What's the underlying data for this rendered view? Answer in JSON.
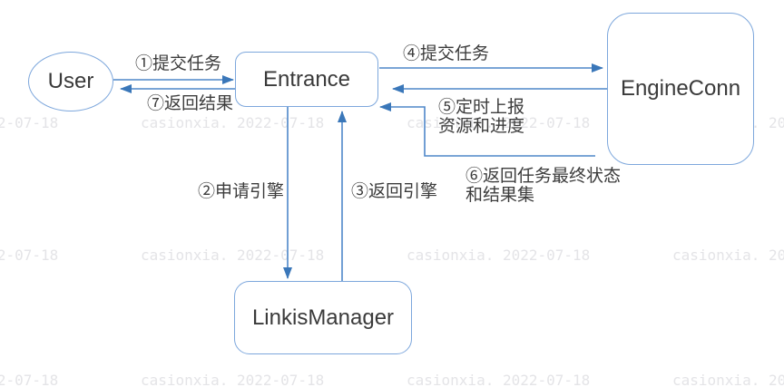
{
  "nodes": {
    "user": {
      "label": "User"
    },
    "entrance": {
      "label": "Entrance"
    },
    "engineconn": {
      "label": "EngineConn"
    },
    "linkismanager": {
      "label": "LinkisManager"
    }
  },
  "labels": {
    "step1": "①提交任务",
    "step2": "②申请引擎",
    "step3": "③返回引擎",
    "step4": "④提交任务",
    "step5": "⑤定时上报\n资源和进度",
    "step6": "⑥返回任务最终状态\n和结果集",
    "step7": "⑦返回结果"
  },
  "edges": {
    "step1": {
      "from": "User",
      "to": "Entrance"
    },
    "step2": {
      "from": "Entrance",
      "to": "LinkisManager"
    },
    "step3": {
      "from": "LinkisManager",
      "to": "Entrance"
    },
    "step4": {
      "from": "Entrance",
      "to": "EngineConn"
    },
    "step5": {
      "from": "EngineConn",
      "to": "Entrance"
    },
    "step6": {
      "from": "EngineConn",
      "to": "Entrance"
    },
    "step7": {
      "from": "Entrance",
      "to": "User"
    }
  },
  "watermark": {
    "text": "casionxia. 2022-07-18"
  },
  "colors": {
    "arrow_line": "#4e87c9",
    "arrow_head": "#3a77b9",
    "node_border": "#7da7dc",
    "node_text": "#3a3a3a",
    "label_text": "#3c3c3c",
    "watermark_text": "#e4e4e7",
    "background": "#ffffff"
  }
}
